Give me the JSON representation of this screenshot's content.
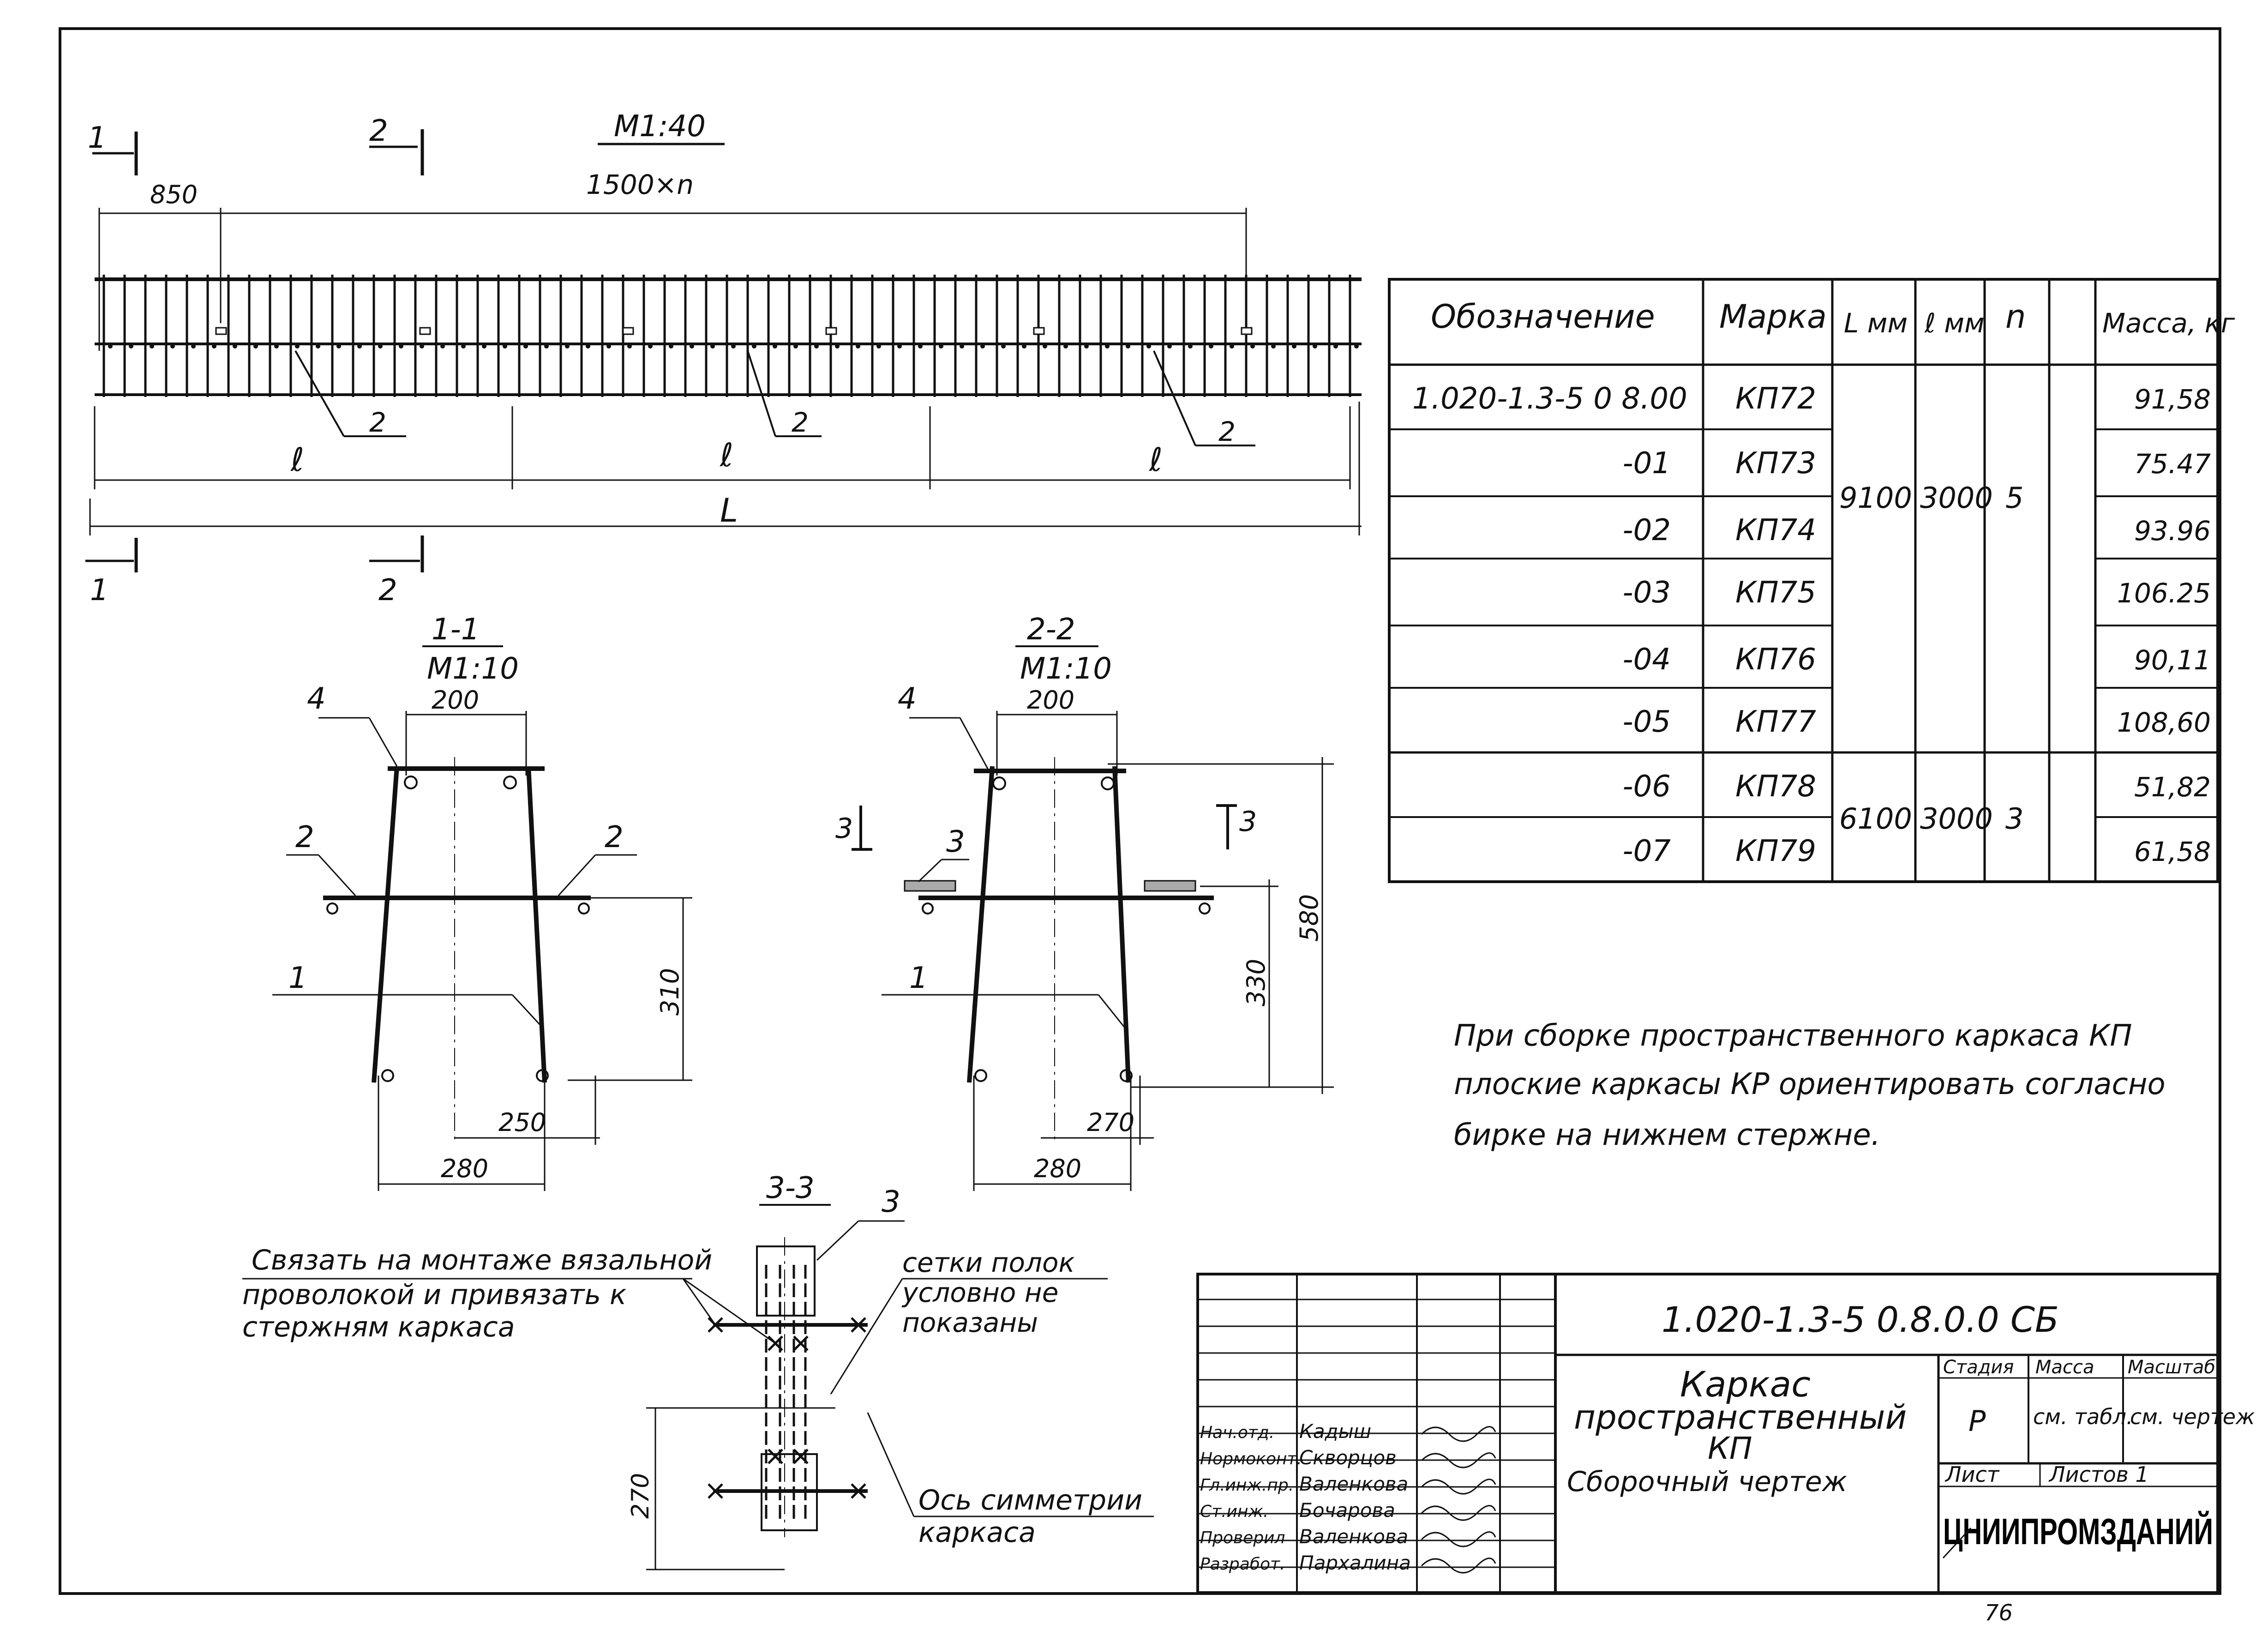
{
  "elevation": {
    "scale": "М1:40",
    "section_1": "1",
    "section_2": "2",
    "dim_850": "850",
    "dim_pitch": "1500×n",
    "dim_l": "ℓ",
    "dim_L": "L",
    "callout_2": "2"
  },
  "section_1_1": {
    "title": "1-1",
    "scale": "М1:10",
    "dim_top": "200",
    "dim_310": "310",
    "dim_250": "250",
    "dim_280": "280",
    "pos_4": "4",
    "pos_2": "2",
    "pos_1": "1"
  },
  "section_2_2": {
    "title": "2-2",
    "scale": "М1:10",
    "dim_top": "200",
    "dim_580": "580",
    "dim_330": "330",
    "dim_270": "270",
    "dim_280": "280",
    "pos_4": "4",
    "pos_3": "3",
    "pos_1": "1",
    "cut_3": "3"
  },
  "section_3_3": {
    "title": "3-3",
    "pos_3": "3",
    "dim_270": "270",
    "note_tie": [
      "Связать на монтаже вязальной",
      "проволокой и привязать к",
      "стержням каркаса"
    ],
    "note_mesh": [
      "сетки полок",
      "условно не",
      "показаны"
    ],
    "note_axis": [
      "Ось симметрии",
      "каркаса"
    ]
  },
  "spec_table": {
    "headers": [
      "Обозначение",
      "Марка",
      "L мм",
      "ℓ мм",
      "n",
      "",
      "Масса, кг"
    ],
    "rows": [
      [
        "1.020-1.3-5 0 8.00",
        "КП72",
        "91,58"
      ],
      [
        "-01",
        "КП73",
        "75.47"
      ],
      [
        "-02",
        "КП74",
        "93.96"
      ],
      [
        "-03",
        "КП75",
        "106.25"
      ],
      [
        "-04",
        "КП76",
        "90,11"
      ],
      [
        "-05",
        "КП77",
        "108,60"
      ],
      [
        "-06",
        "КП78",
        "51,82"
      ],
      [
        "-07",
        "КП79",
        "61,58"
      ]
    ],
    "group_a": {
      "L": "9100",
      "l": "3000",
      "n": "5"
    },
    "group_b": {
      "L": "6100",
      "l": "3000",
      "n": "3"
    }
  },
  "note": [
    "При сборке пространственного каркаса КП",
    "плоские каркасы КР ориентировать согласно",
    "бирке на нижнем стержне."
  ],
  "title_block": {
    "code": "1.020-1.3-5 0.8.0.0 СБ",
    "name": [
      "Каркас",
      "пространственный",
      "КП",
      "Сборочный чертеж"
    ],
    "stage_label": "Стадия",
    "mass_label": "Масса",
    "scale_label": "Масштаб",
    "stage": "Р",
    "mass": "см. табл.",
    "scale": "см. чертеж",
    "sheet_label": "Лист",
    "sheets_label": "Листов 1",
    "org": "ЦНИИПРОМЗДАНИЙ",
    "roles": [
      "Нач.отд.",
      "Нормоконт.",
      "Гл.инж.пр.",
      "Ст.инж.",
      "Проверил",
      "Разработ."
    ],
    "names": [
      "Кадыш",
      "Скворцов",
      "Валенкова",
      "Бочарова",
      "Валенкова",
      "Пархалина"
    ]
  },
  "page_number": "76"
}
